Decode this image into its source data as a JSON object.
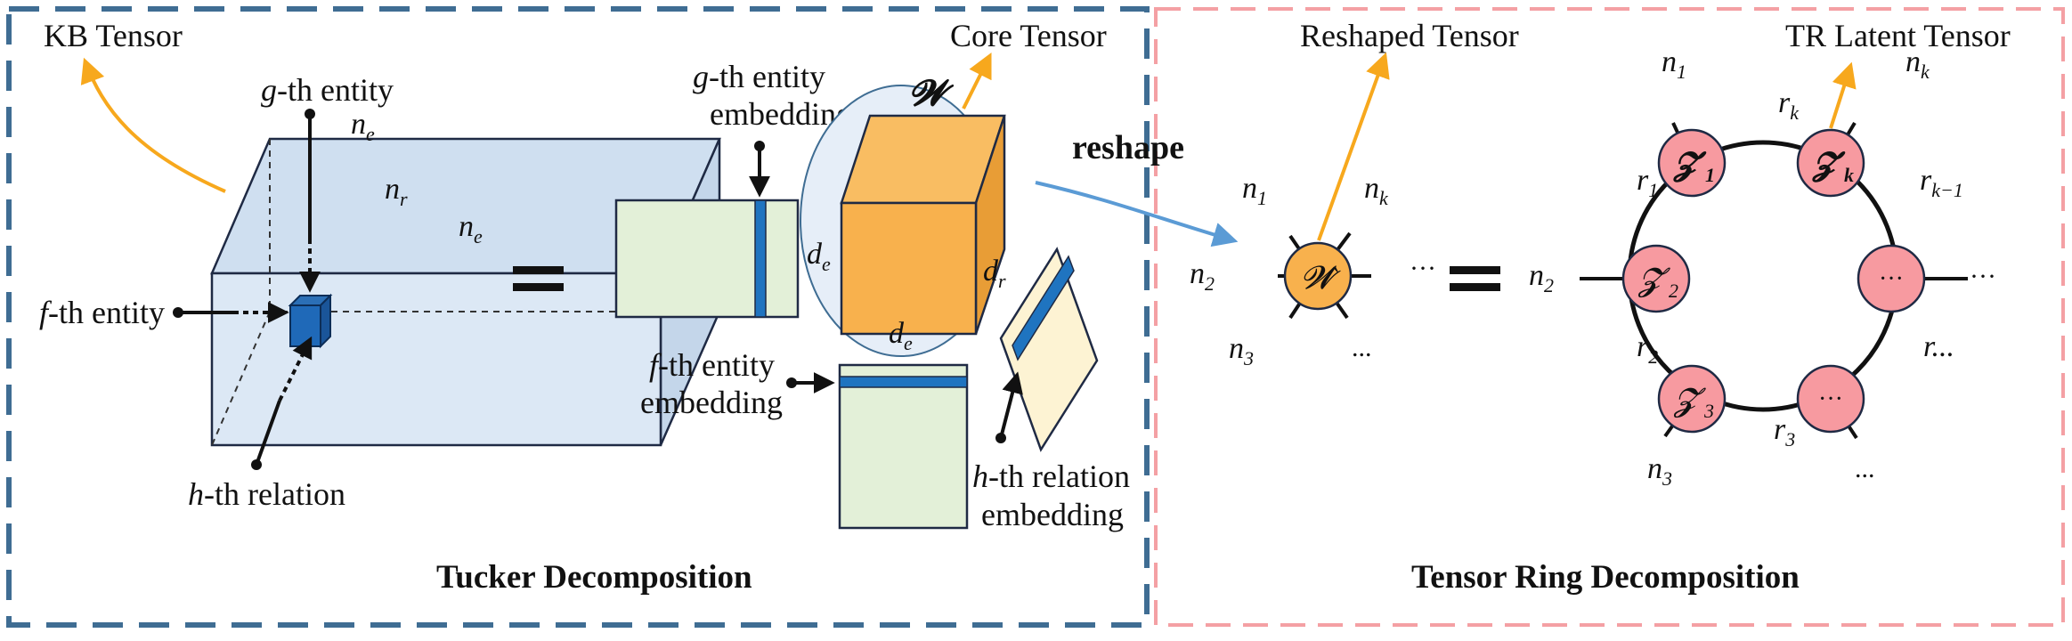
{
  "colors": {
    "left_border": "#3f6d93",
    "right_border": "#f4a0a4",
    "kb_fill": "#dce8f5",
    "core_fill": "#f8b14d",
    "core_bubble": "#e6eef8",
    "embed_green": "#e3f0d8",
    "embed_yellow": "#fdf3d3",
    "stripe_blue": "#1f74c0",
    "node_pink": "#f79aa0",
    "node_orange": "#f8b14d",
    "arrow_orange": "#f7a81d",
    "arrow_blue": "#5b9bd5"
  },
  "left_panel": {
    "kb_tensor": "KB Tensor",
    "core_tensor": "Core Tensor",
    "g_entity": "g-th entity",
    "f_entity": "f-th entity",
    "h_relation": "h-th relation",
    "g_embed_line1": "g-th entity",
    "g_embed_line2": "embedding",
    "f_embed_line1": "f-th entity",
    "f_embed_line2": "embedding",
    "h_embed_line1": "h-th relation",
    "h_embed_line2": "embedding",
    "dim_ne": "n",
    "sub_e": "e",
    "dim_nr": "n",
    "sub_r": "r",
    "dim_d": "d",
    "core_symbol": "𝓦",
    "equals": "=",
    "title": "Tucker Decomposition"
  },
  "middle": {
    "reshape": "reshape"
  },
  "right_panel": {
    "reshaped_tensor": "Reshaped Tensor",
    "tr_latent": "TR Latent Tensor",
    "w_hat": "𝓦̂",
    "n": "n",
    "r": "r",
    "sub_1": "1",
    "sub_2": "2",
    "sub_3": "3",
    "sub_k": "k",
    "sub_k1": "k−1",
    "r_dots": "r...",
    "dots": "···",
    "dots_low": "...",
    "z": "𝓩",
    "equals": "=",
    "title": "Tensor Ring Decomposition"
  }
}
